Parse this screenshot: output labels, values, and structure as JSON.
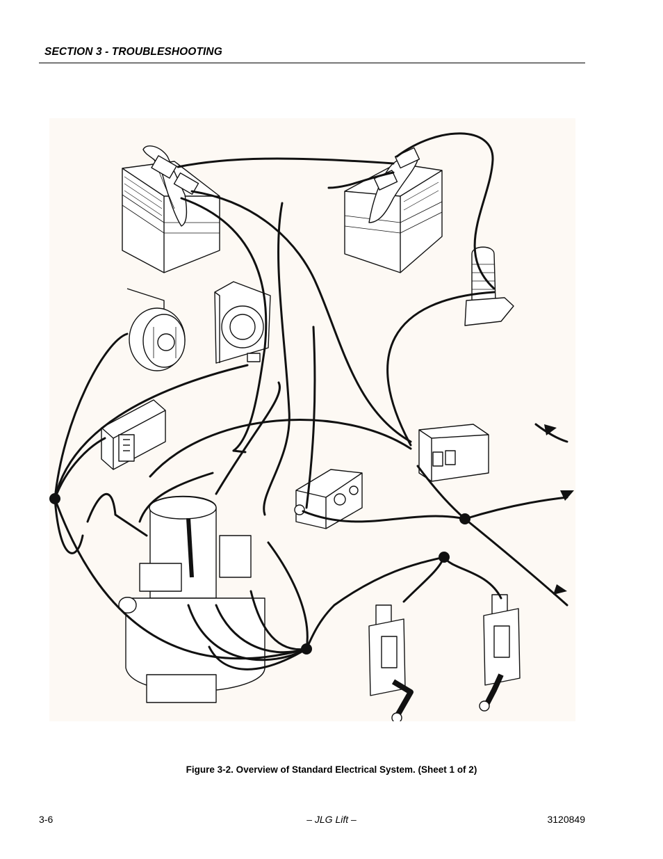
{
  "header": {
    "section_title": "SECTION 3 - TROUBLESHOOTING"
  },
  "figure": {
    "caption": "Figure 3-2.  Overview of Standard Electrical System. (Sheet 1 of 2)"
  },
  "footer": {
    "page_number": "3-6",
    "center": "– JLG Lift –",
    "document_number": "3120849"
  }
}
